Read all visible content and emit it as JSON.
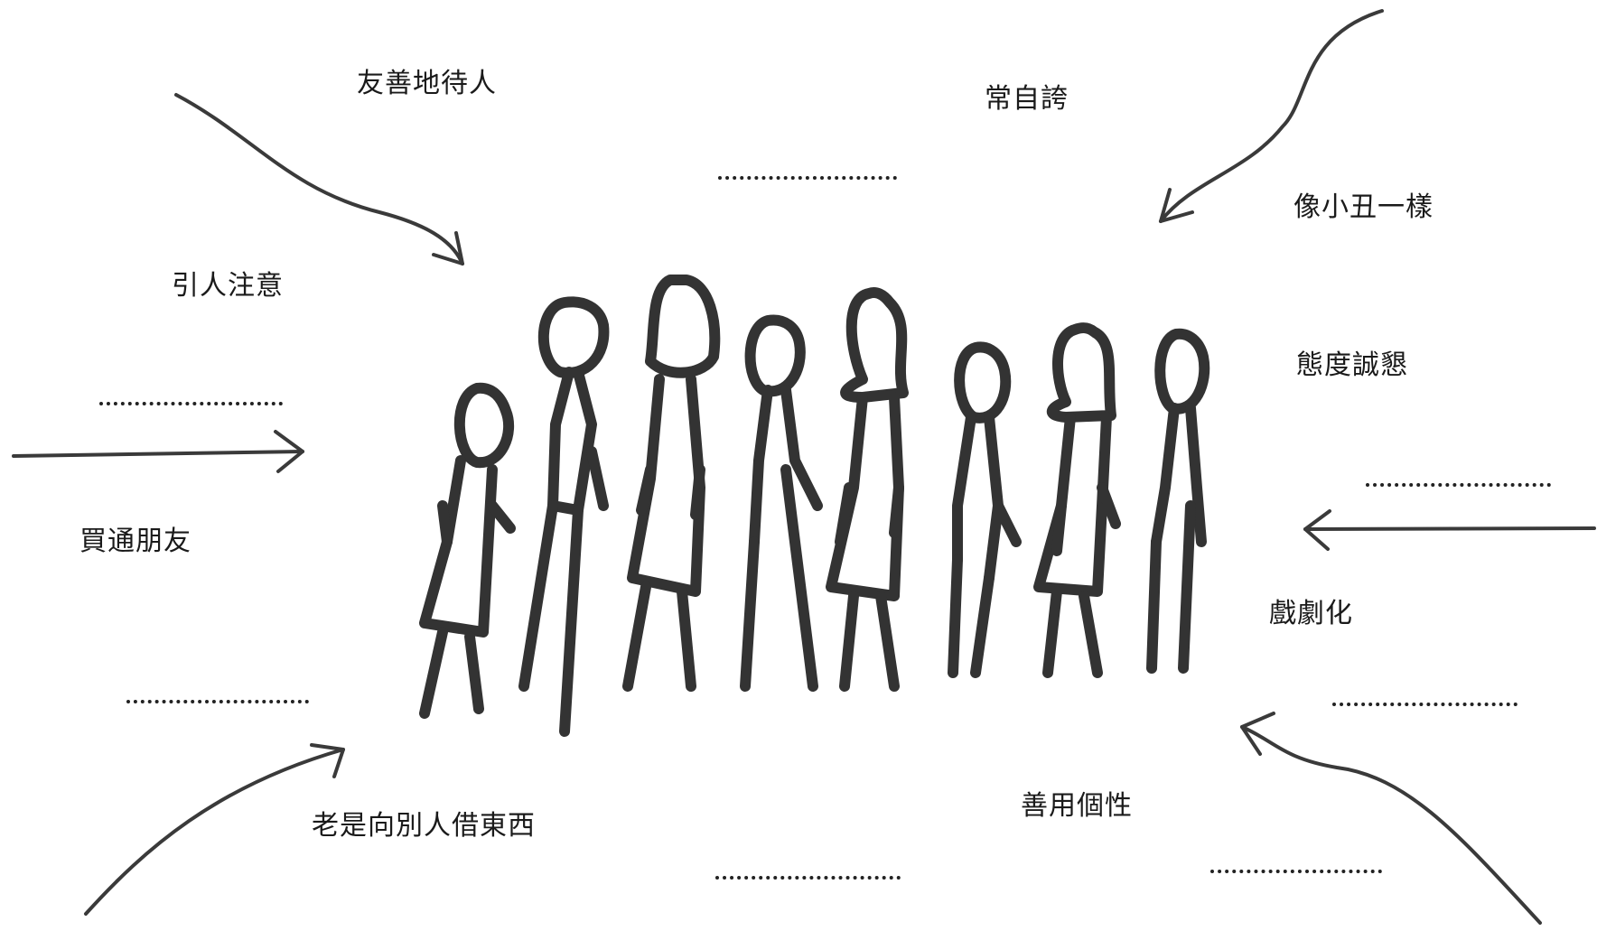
{
  "worksheet": {
    "phrases": [
      "友善地待人",
      "常自誇",
      "像小丑一樣",
      "引人注意",
      "態度誠懇",
      "買通朋友",
      "戲劇化",
      "老是向別人借東西",
      "善用個性"
    ],
    "answer_blanks": 7
  },
  "illustration": {
    "figures": 8,
    "arrows": 6
  }
}
